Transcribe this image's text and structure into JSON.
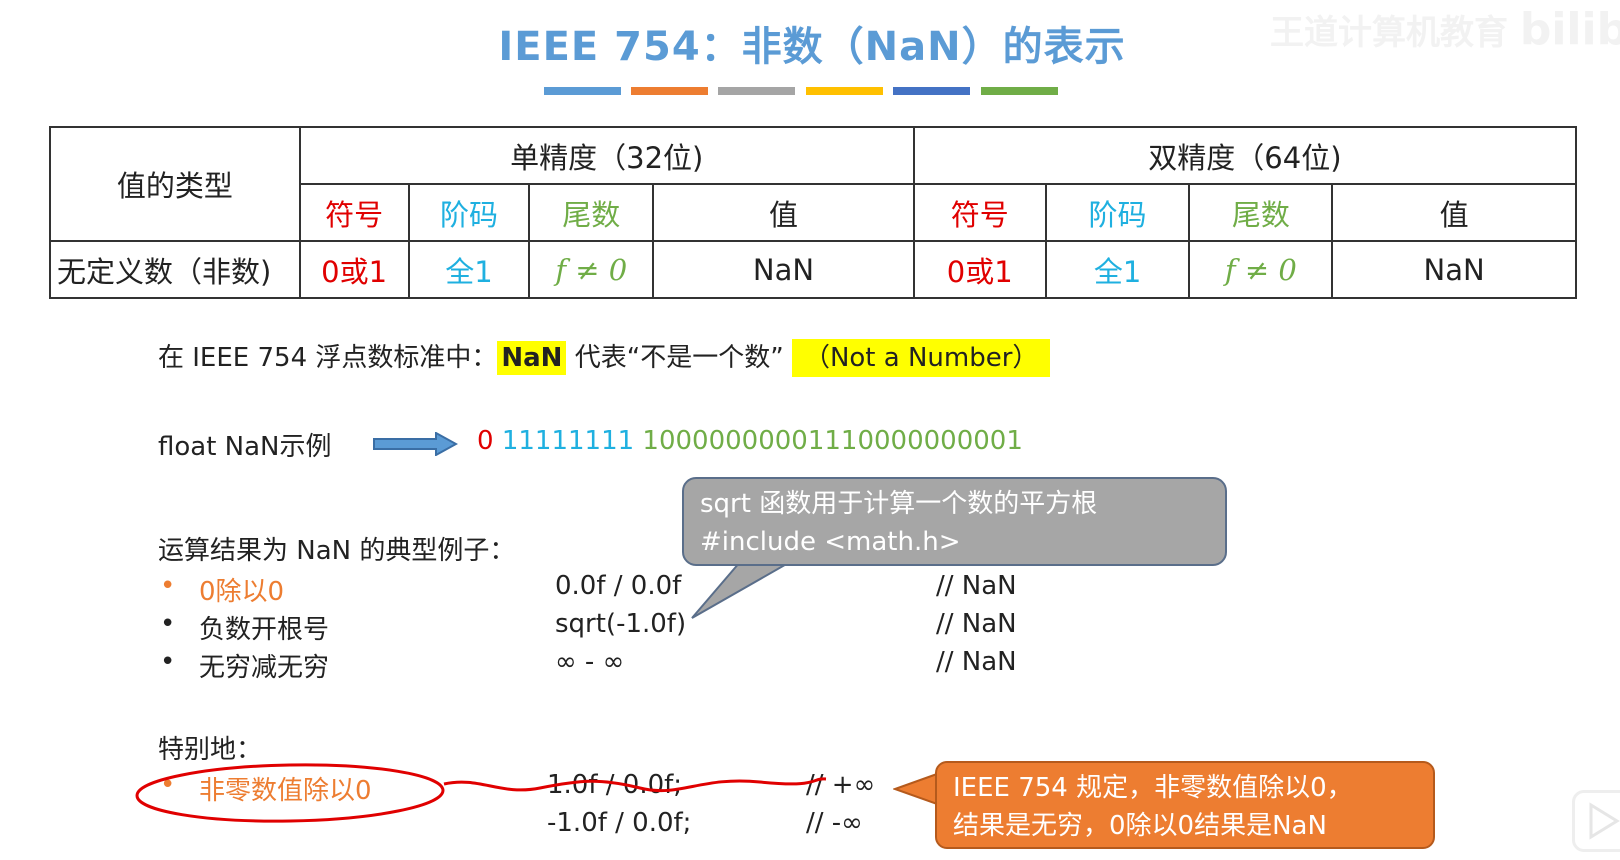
{
  "title": "IEEE 754：非数（NaN）的表示",
  "title_bar_colors": [
    "#5b9bd5",
    "#ed7d31",
    "#a5a5a5",
    "#ffc000",
    "#4472c4",
    "#70ad47"
  ],
  "table": {
    "row_header": "值的类型",
    "single": "单精度（32位)",
    "double": "双精度（64位)",
    "cols": [
      "符号",
      "阶码",
      "尾数",
      "值"
    ],
    "row_label": "无定义数（非数)",
    "row_single": [
      "0或1",
      "全1",
      "f ≠ 0",
      "NaN"
    ],
    "row_double": [
      "0或1",
      "全1",
      "f ≠ 0",
      "NaN"
    ]
  },
  "intro": {
    "prefix": "在 IEEE 754 浮点数标准中：",
    "nan": "NaN",
    "middle": " 代表“不是一个数”",
    "paren": "（Not a Number）"
  },
  "example": {
    "label": "float NaN示例",
    "sign": "0",
    "exponent": "11111111",
    "mantissa": "10000000001110000000001"
  },
  "callout_sqrt": {
    "line1": "sqrt 函数用于计算一个数的平方根",
    "line2": "#include <math.h>"
  },
  "typical": {
    "heading": "运算结果为 NaN 的典型例子：",
    "items": [
      {
        "bullet": "•",
        "label": "0除以0",
        "code": "0.0f / 0.0f",
        "comment": "// NaN"
      },
      {
        "bullet": "•",
        "label": "负数开根号",
        "code": "sqrt(-1.0f)",
        "comment": "// NaN"
      },
      {
        "bullet": "•",
        "label": "无穷减无穷",
        "code": "∞ - ∞",
        "comment": "// NaN"
      }
    ]
  },
  "special": {
    "heading": "特别地：",
    "bullet": "•",
    "label": "非零数值除以0",
    "rows": [
      {
        "code": "1.0f / 0.0f;",
        "comment": "// +∞"
      },
      {
        "code": "-1.0f / 0.0f;",
        "comment": "// -∞"
      }
    ]
  },
  "callout_ieee": {
    "line1": "IEEE 754 规定，非零数值除以0，",
    "line2": "结果是无穷，0除以0结果是NaN"
  },
  "watermark": "王道计算机教育 bilibili"
}
